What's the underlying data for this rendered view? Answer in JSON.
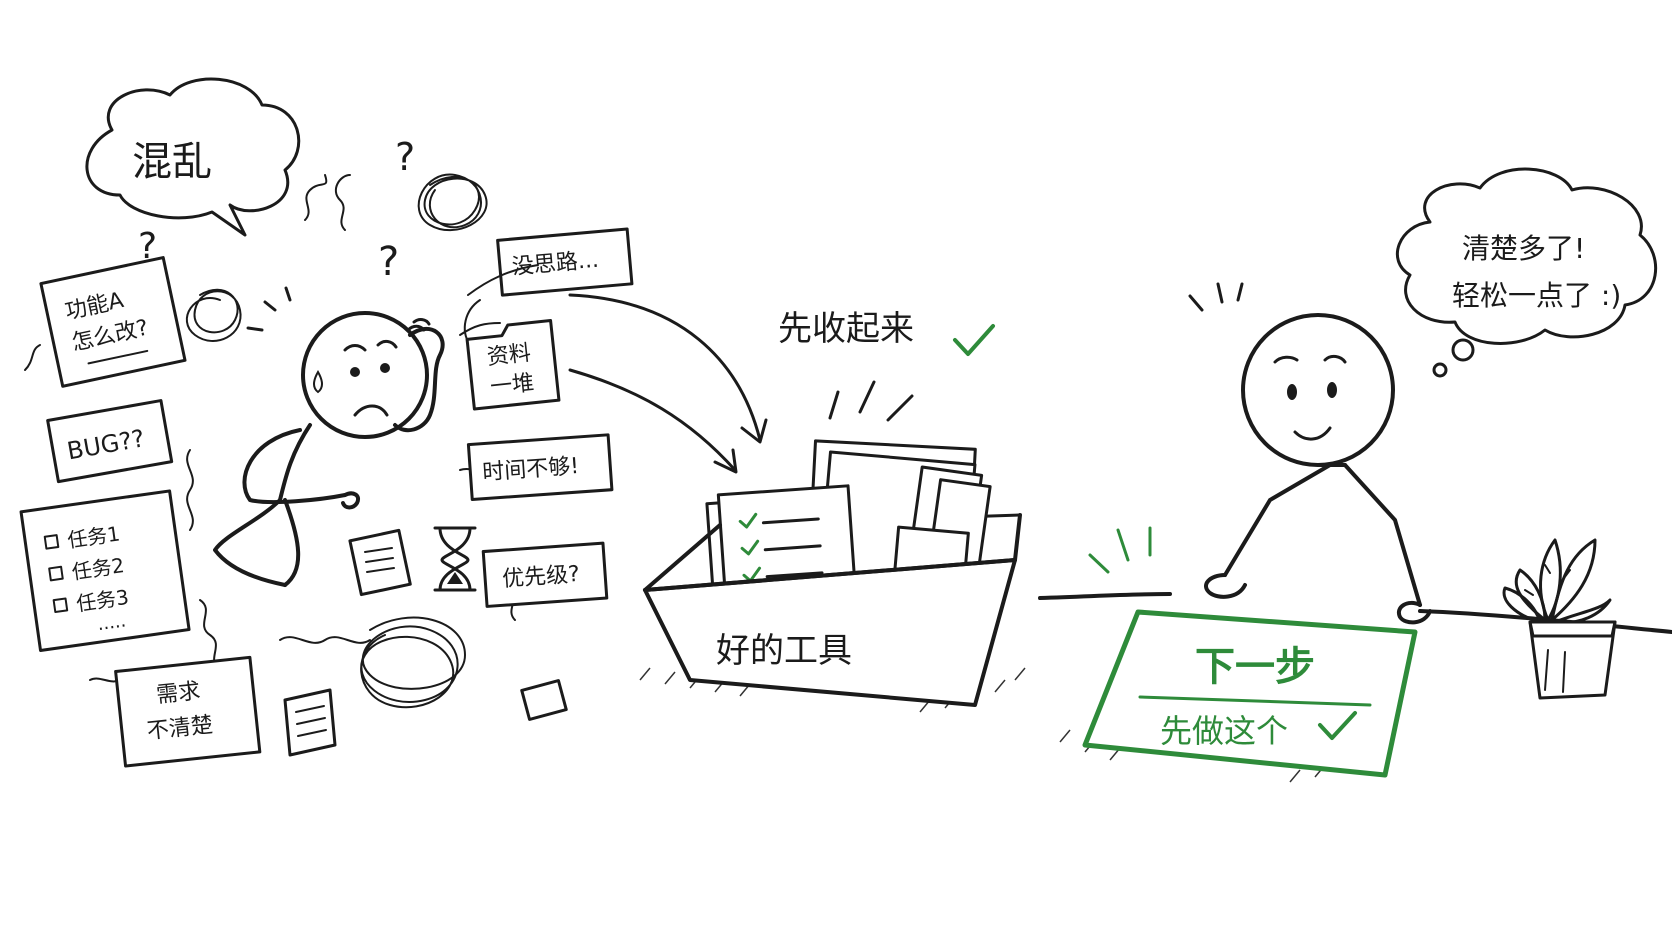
{
  "chaos": {
    "bubble": "混乱",
    "note_feature_a": [
      "功能A",
      "怎么改?"
    ],
    "note_bug": "BUG??",
    "checklist": [
      "任务1",
      "任务2",
      "任务3",
      "....."
    ],
    "note_requirements": [
      "需求",
      "不清楚"
    ],
    "note_no_idea": "没思路...",
    "folder": [
      "资料",
      "一堆"
    ],
    "note_time": "时间不够!",
    "note_priority": "优先级?",
    "question_mark": "?"
  },
  "box": {
    "caption": "先收起来",
    "label": "好的工具"
  },
  "calm": {
    "thought_lines": [
      "清楚多了!",
      "轻松一点了 :)"
    ],
    "sign_title": "下一步",
    "sign_subtitle": "先做这个"
  },
  "colors": {
    "ink": "#1b1b1b",
    "accent_green": "#2e8b3a"
  }
}
